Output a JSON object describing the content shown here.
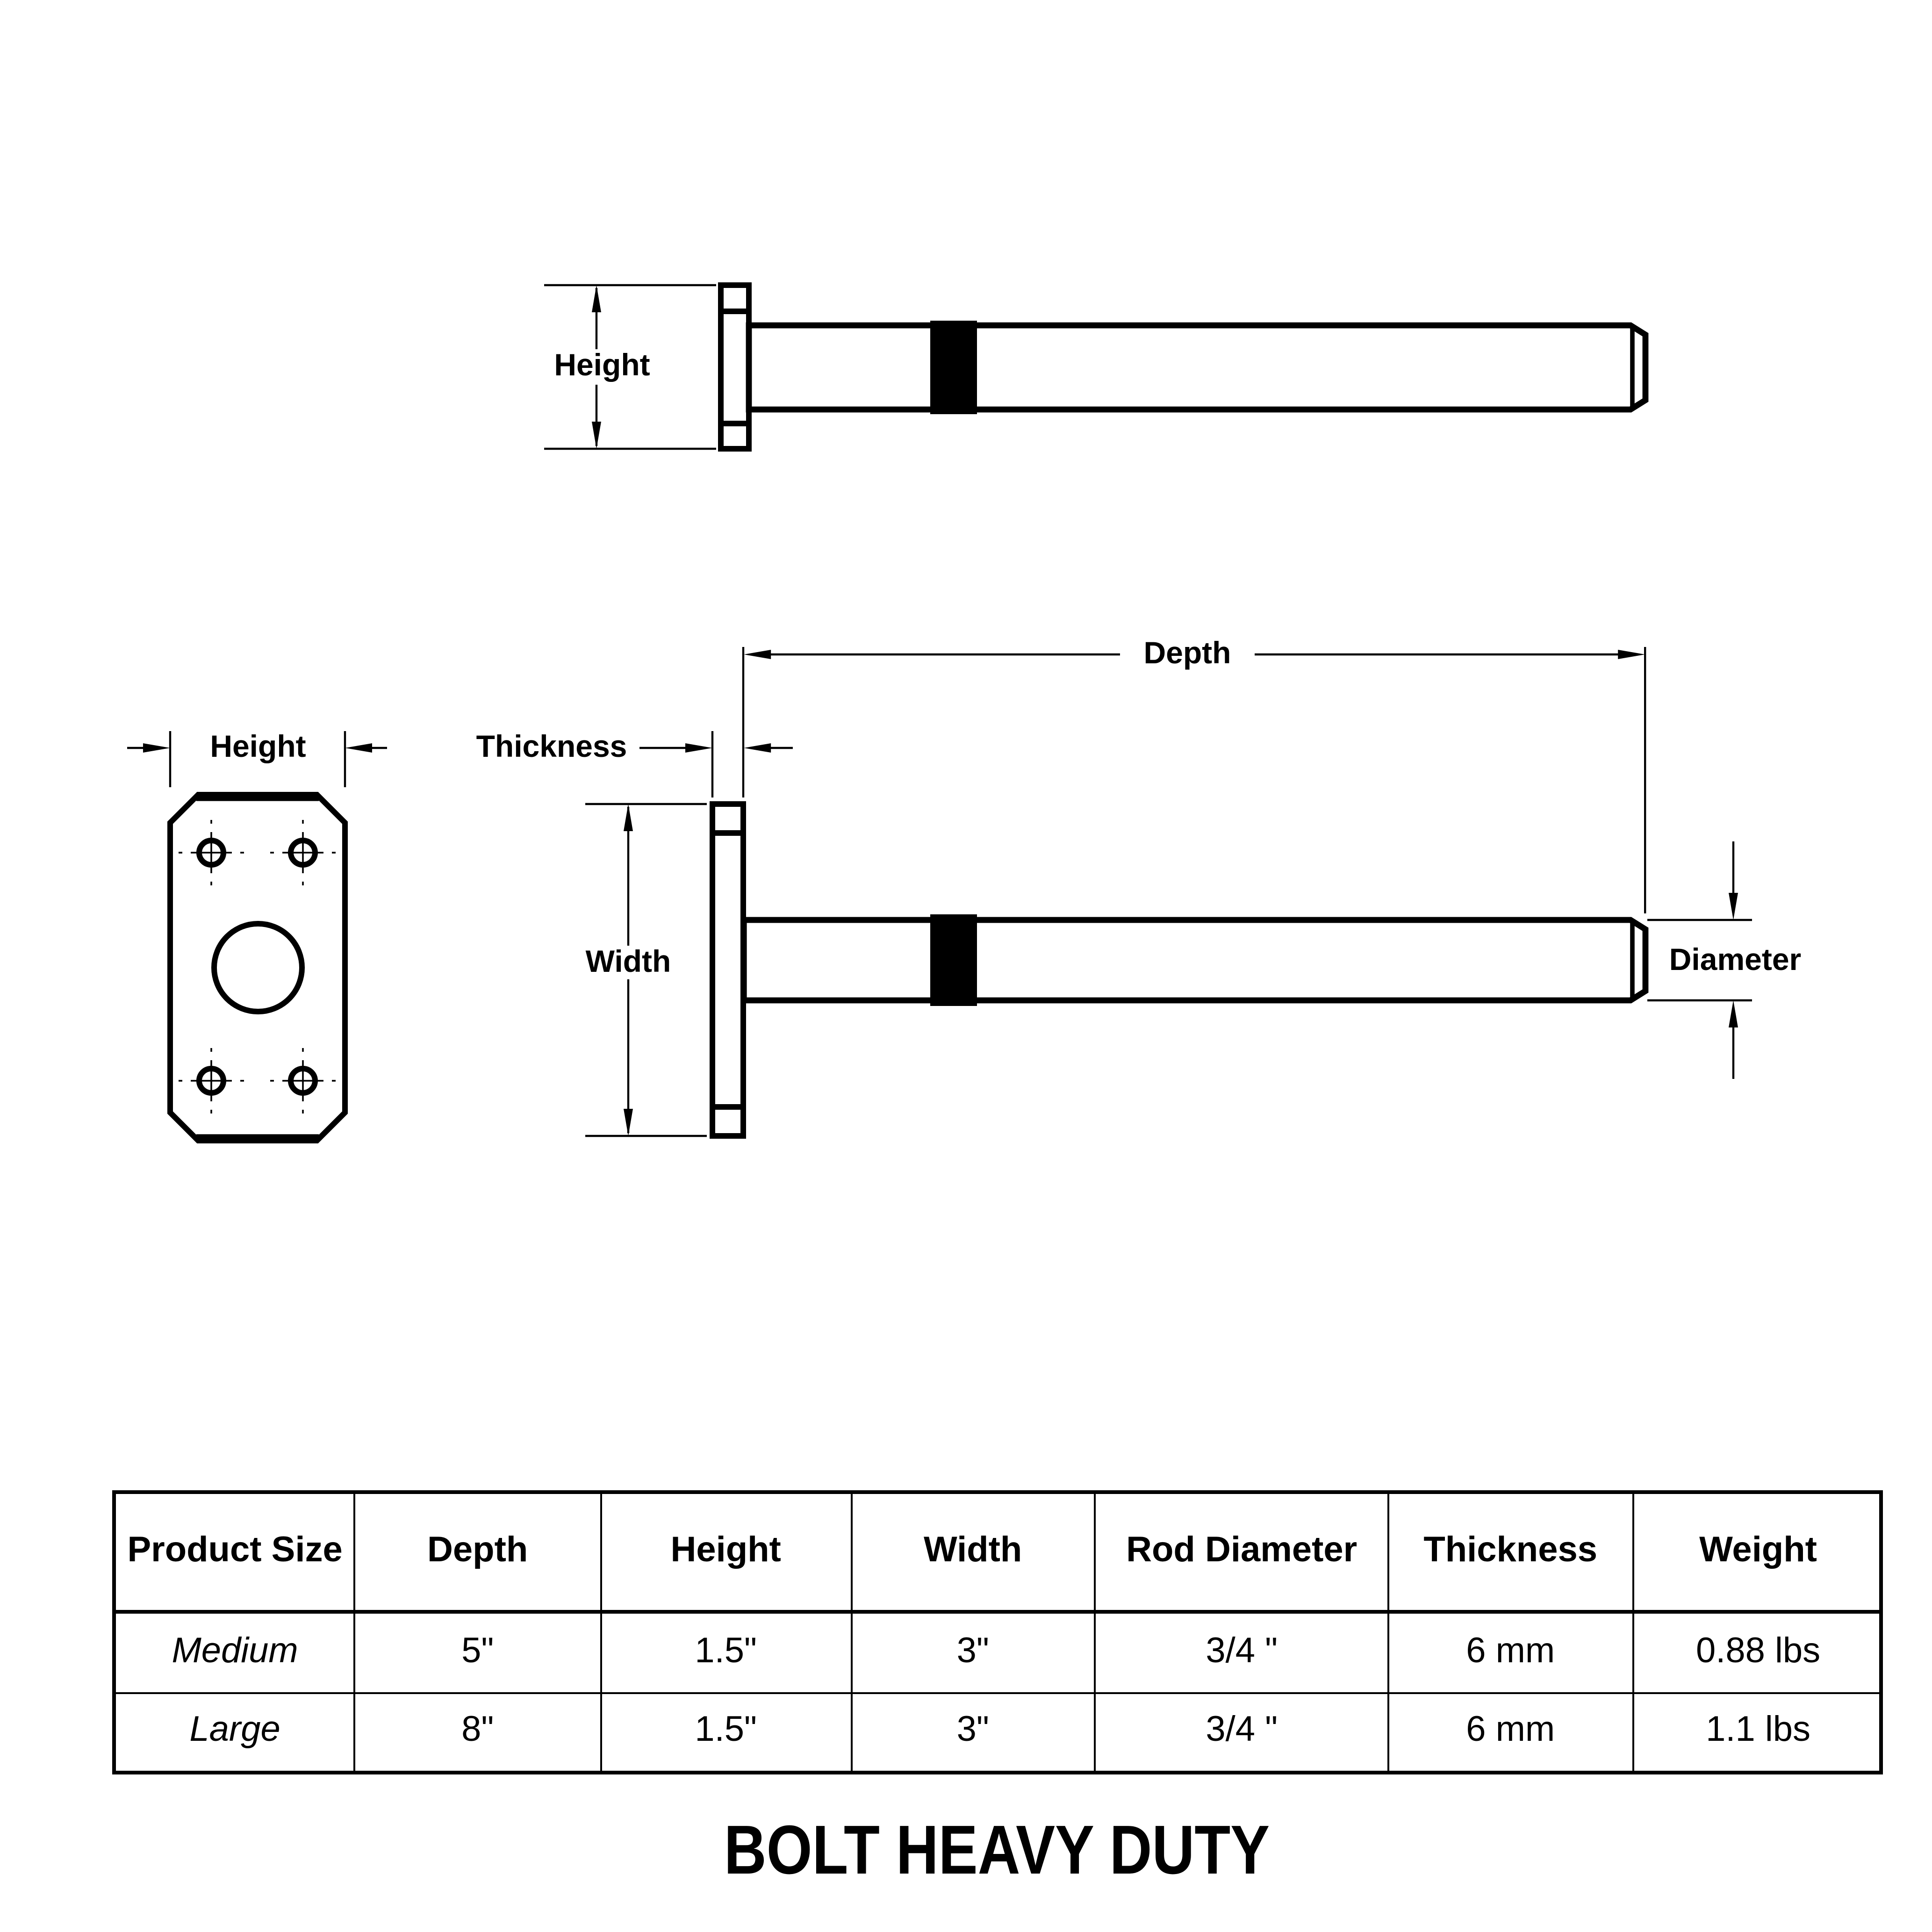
{
  "title": "BOLT HEAVY DUTY",
  "colors": {
    "line": "#000000",
    "background": "#ffffff",
    "band_fill": "#000000"
  },
  "drawings": {
    "top_view": {
      "labels": {
        "height": "Height"
      }
    },
    "front_view": {
      "labels": {
        "height": "Height"
      }
    },
    "side_view": {
      "labels": {
        "thickness": "Thickness",
        "depth": "Depth",
        "width": "Width",
        "diameter": "Diameter"
      }
    }
  },
  "table": {
    "headers": [
      "Product Size",
      "Depth",
      "Height",
      "Width",
      "Rod Diameter",
      "Thickness",
      "Weight"
    ],
    "rows": [
      [
        "Medium",
        "5\"",
        "1.5\"",
        "3\"",
        "3/4 \"",
        "6 mm",
        "0.88 lbs"
      ],
      [
        "Large",
        "8\"",
        "1.5\"",
        "3\"",
        "3/4 \"",
        "6 mm",
        "1.1 lbs"
      ]
    ]
  }
}
